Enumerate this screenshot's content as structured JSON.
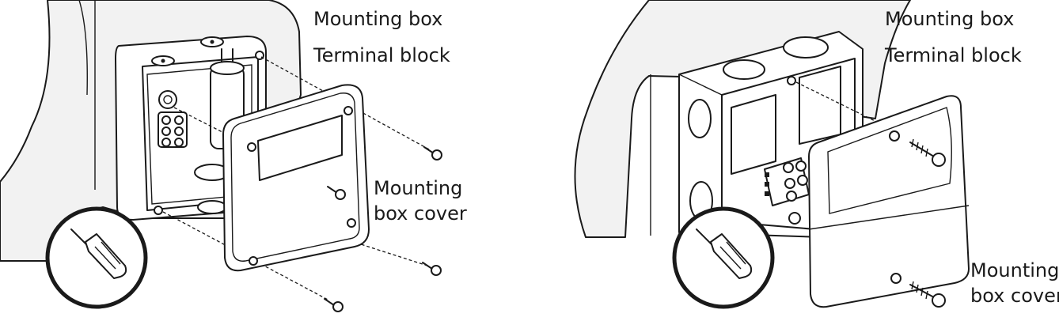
{
  "left_figure": {
    "labels": {
      "mounting_box": "Mounting box",
      "terminal_block": "Terminal block",
      "cover_line1": "Mounting",
      "cover_line2": "box cover"
    }
  },
  "right_figure": {
    "labels": {
      "mounting_box": "Mounting box",
      "terminal_block": "Terminal block",
      "cover_line1": "Mounting",
      "cover_line2": "box cover"
    }
  },
  "icons": [
    "wall-icon",
    "mounting-box-icon",
    "terminal-block-icon",
    "box-cover-icon",
    "screw-icon",
    "screwdriver-icon"
  ]
}
